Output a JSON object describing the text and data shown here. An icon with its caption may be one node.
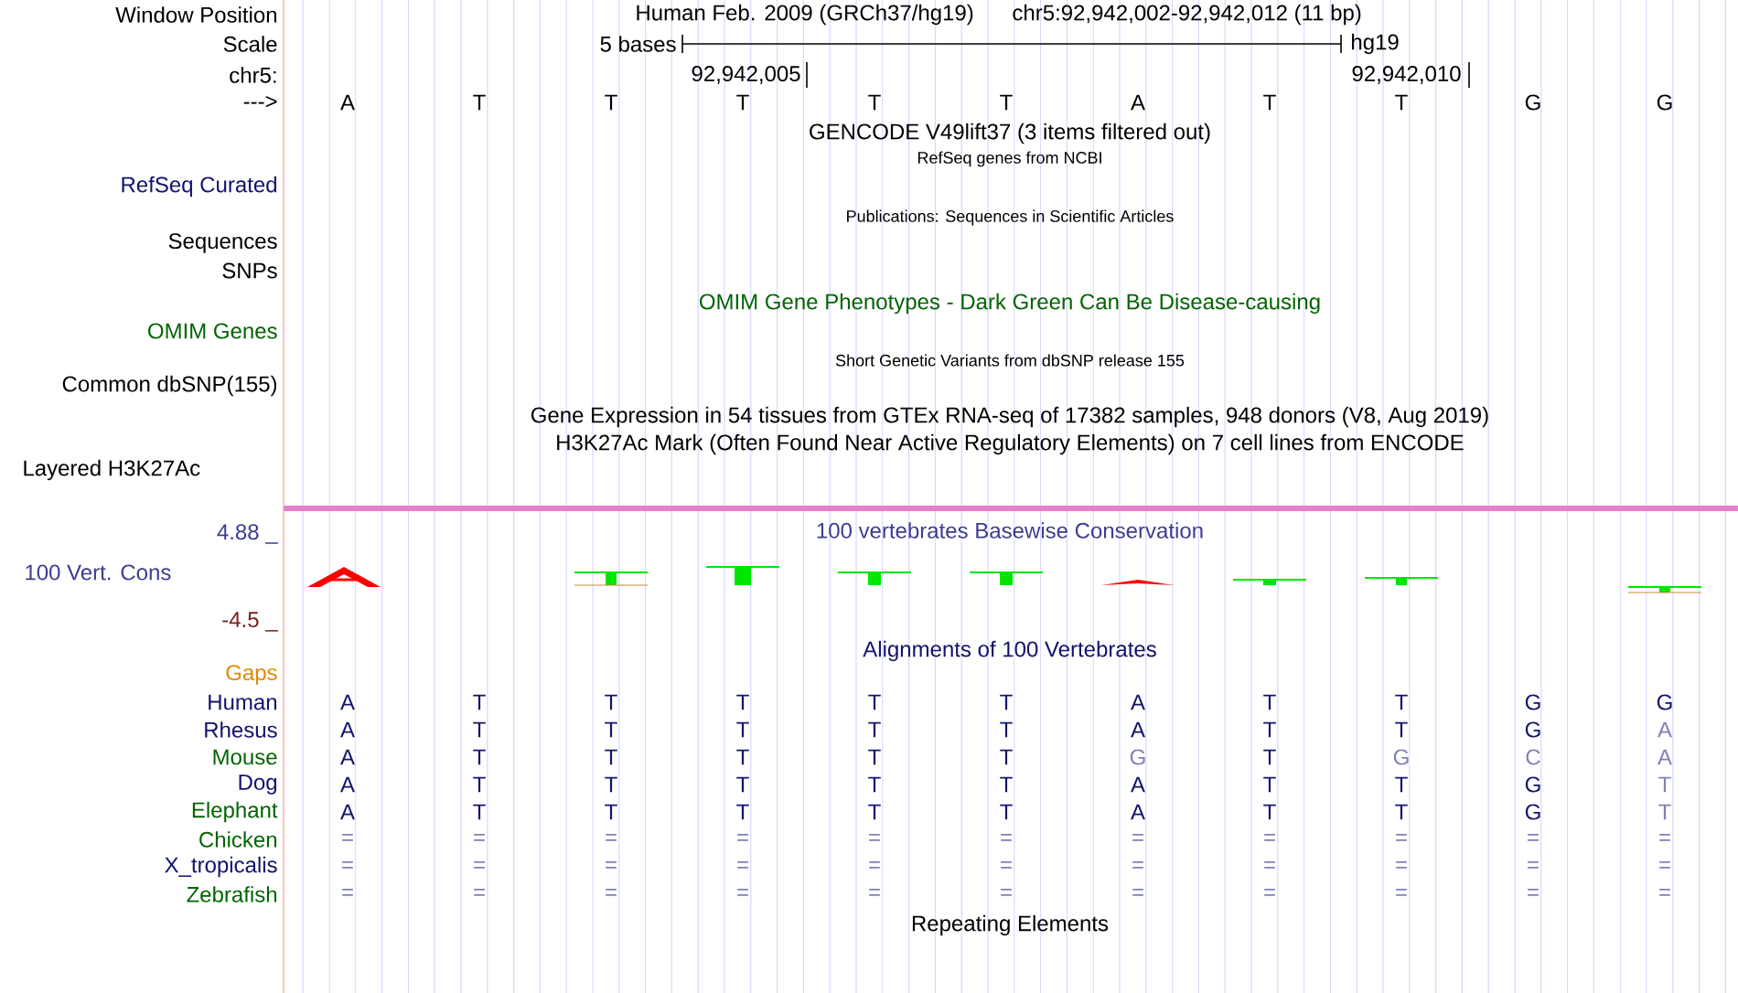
{
  "diagram": {
    "labels": [
      "Window Position",
      "Human Feb. 2009 (GRCh37/hg19)",
      "chr5:92,942,002-92,942,012 (11 bp)",
      "Scale",
      "5 bases",
      "hg19",
      "chr5:",
      "92,942,005",
      "92,942,010",
      "--->",
      "A",
      "T",
      "T",
      "T",
      "T",
      "T",
      "A",
      "T",
      "T",
      "G",
      "G",
      "GENCODE V49lift37 (3 items filtered out)",
      "RefSeq genes from NCBI",
      "RefSeq Curated",
      "Publications: Sequences in Scientific Articles",
      "Sequences",
      "SNPs",
      "OMIM Gene Phenotypes - Dark Green Can Be Disease-causing",
      "OMIM Genes",
      "Short Genetic Variants from dbSNP release 155",
      "Common dbSNP(155)",
      "Gene Expression in 54 tissues from GTEx RNA-seq of 17382 samples, 948 donors (V8, Aug 2019)",
      "H3K27Ac Mark (Often Found Near Active Regulatory Elements) on 7 cell lines from ENCODE",
      "Layered H3K27Ac",
      "4.88 _",
      "100 vertebrates Basewise Conservation",
      "100 Vert. Cons",
      "-4.5 _",
      "Alignments of 100 Vertebrates",
      "Gaps",
      "Human",
      "A",
      "T",
      "T",
      "T",
      "T",
      "T",
      "A",
      "T",
      "T",
      "G",
      "G",
      "Rhesus",
      "A",
      "T",
      "T",
      "T",
      "T",
      "T",
      "A",
      "T",
      "T",
      "G",
      "A",
      "Mouse",
      "A",
      "T",
      "T",
      "T",
      "T",
      "T",
      "G",
      "T",
      "G",
      "C",
      "A",
      "Dog",
      "A",
      "T",
      "T",
      "T",
      "T",
      "T",
      "A",
      "T",
      "T",
      "G",
      "T",
      "Elephant",
      "A",
      "T",
      "T",
      "T",
      "T",
      "T",
      "A",
      "T",
      "T",
      "G",
      "T",
      "Chicken",
      "=",
      "=",
      "=",
      "=",
      "=",
      "=",
      "=",
      "=",
      "=",
      "=",
      "=",
      "X_tropicalis",
      "=",
      "=",
      "=",
      "=",
      "=",
      "=",
      "=",
      "=",
      "=",
      "=",
      "=",
      "Zebrafish",
      "=",
      "=",
      "=",
      "=",
      "=",
      "=",
      "=",
      "=",
      "=",
      "=",
      "=",
      "Repeating Elements"
    ]
  }
}
